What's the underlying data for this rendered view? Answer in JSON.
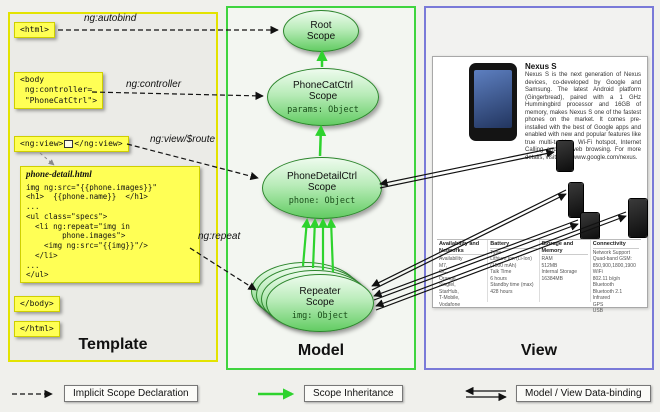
{
  "template_panel": {
    "label": "Template",
    "html_open": "<html>",
    "body_open": "<body\n ng:controller=\n \"PhoneCatCtrl\">",
    "ngview_open": "<ng:view>",
    "ngview_close": "</ng:view>",
    "body_close": "</body>",
    "html_close": "</html>",
    "code": {
      "title": "phone-detail.html",
      "body": "img ng:src=\"{{phone.images}}\"\n<h1>  {{phone.name}}  </h1>\n...\n<ul class=\"specs\">\n  <li ng:repeat=\"img in\n        phone.images\">\n    <img ng:src=\"{{img}}\"/>\n  </li>\n...\n</ul>"
    }
  },
  "annotations": {
    "autobind": "ng:autobind",
    "controller": "ng:controller",
    "view_route": "ng:view/$route",
    "repeat": "ng:repeat"
  },
  "model_panel": {
    "label": "Model",
    "scopes": {
      "root": {
        "title": "Root\nScope"
      },
      "phonecat": {
        "title": "PhoneCatCtrl\nScope",
        "binding": "params: Object"
      },
      "phonedetail": {
        "title": "PhoneDetailCtrl\nScope",
        "binding": "phone: Object"
      },
      "repeater": {
        "title": "Repeater\nScope",
        "binding": "img: Object"
      }
    }
  },
  "view_panel": {
    "label": "View",
    "page": {
      "title": "Nexus S",
      "description": "Nexus S is the next generation of Nexus devices, co-developed by Google and Samsung. The latest Android platform (Gingerbread), paired with a 1 GHz Hummingbird processor and 16GB of memory, makes Nexus S one of the fastest phones on the market. It comes pre-installed with the best of Google apps and enabled with new and popular features like true multi-tasking, Wi-Fi hotspot, Internet Calling and full web browsing. For more details, visit http://www.google.com/nexus.",
      "specs": [
        {
          "heading": "Availability and Networks",
          "rows": "Availability\nM7,\nGC,\nOrange,\nSingtel,\nStarHub,\nT-Mobile,\nVodafone"
        },
        {
          "heading": "Battery",
          "rows": "Type\nLithium Ion (Li-Ion)\n(1500 mAh)\nTalk Time\n6 hours\nStandby time (max)\n428 hours"
        },
        {
          "heading": "Storage and Memory",
          "rows": "RAM\n512MB\nInternal Storage\n16384MB"
        },
        {
          "heading": "Connectivity",
          "rows": "Network Support\nQuad-band GSM:\n850,900,1800,1900\nWiFi\n802.11 b/g/n\nBluetooth\nBluetooth 2.1\nInfrared\nGPS\nUSB"
        }
      ]
    }
  },
  "legend": {
    "implicit": "Implicit Scope Declaration",
    "inheritance": "Scope Inheritance",
    "databinding": "Model / View Data-binding"
  }
}
